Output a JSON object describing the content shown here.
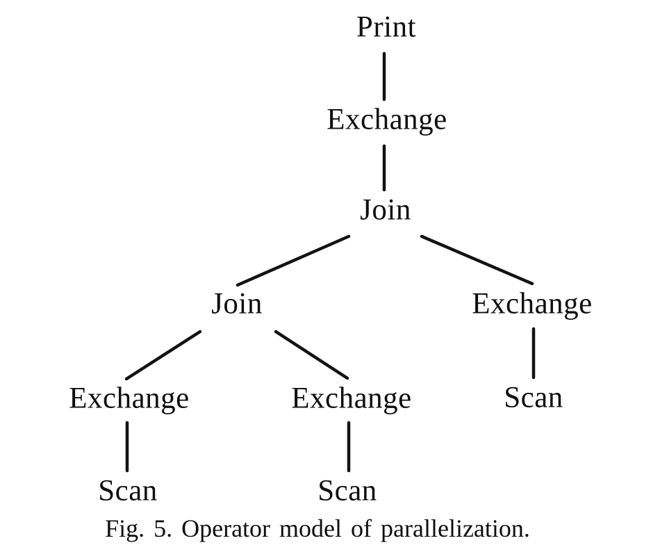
{
  "figure": {
    "caption": "Fig. 5.  Operator model of parallelization."
  },
  "colors": {
    "ink": "#131313",
    "background": "#ffffff"
  },
  "tree": {
    "type": "operator-tree",
    "nodes": [
      {
        "id": "print",
        "label": "Print",
        "parent": null
      },
      {
        "id": "exchange-top",
        "label": "Exchange",
        "parent": "print"
      },
      {
        "id": "join-upper",
        "label": "Join",
        "parent": "exchange-top"
      },
      {
        "id": "join-lower",
        "label": "Join",
        "parent": "join-upper"
      },
      {
        "id": "exchange-right",
        "label": "Exchange",
        "parent": "join-upper"
      },
      {
        "id": "exchange-left",
        "label": "Exchange",
        "parent": "join-lower"
      },
      {
        "id": "exchange-middle",
        "label": "Exchange",
        "parent": "join-lower"
      },
      {
        "id": "scan-right",
        "label": "Scan",
        "parent": "exchange-right"
      },
      {
        "id": "scan-left",
        "label": "Scan",
        "parent": "exchange-left"
      },
      {
        "id": "scan-middle",
        "label": "Scan",
        "parent": "exchange-middle"
      }
    ],
    "edges": [
      [
        "print",
        "exchange-top"
      ],
      [
        "exchange-top",
        "join-upper"
      ],
      [
        "join-upper",
        "join-lower"
      ],
      [
        "join-upper",
        "exchange-right"
      ],
      [
        "join-lower",
        "exchange-left"
      ],
      [
        "join-lower",
        "exchange-middle"
      ],
      [
        "exchange-right",
        "scan-right"
      ],
      [
        "exchange-left",
        "scan-left"
      ],
      [
        "exchange-middle",
        "scan-middle"
      ]
    ]
  }
}
